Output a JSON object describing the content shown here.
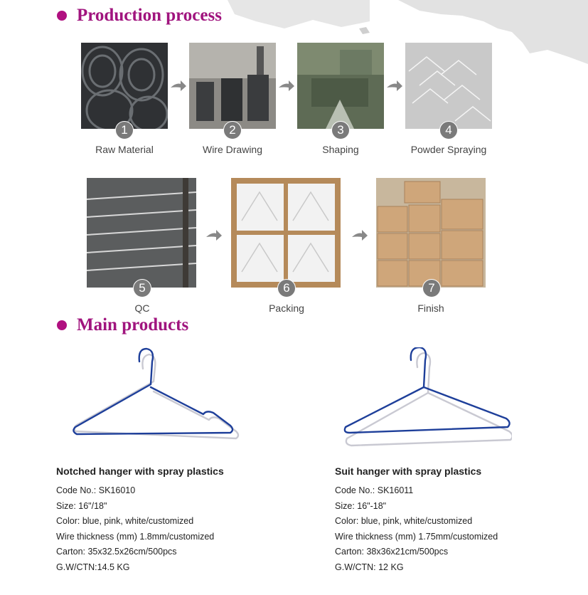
{
  "sections": {
    "production_title": "Production process",
    "products_title": "Main products"
  },
  "steps": [
    {
      "num": "1",
      "label": "Raw Material"
    },
    {
      "num": "2",
      "label": "Wire Drawing"
    },
    {
      "num": "3",
      "label": "Shaping"
    },
    {
      "num": "4",
      "label": "Powder Spraying"
    },
    {
      "num": "5",
      "label": "QC"
    },
    {
      "num": "6",
      "label": "Packing"
    },
    {
      "num": "7",
      "label": "Finish"
    }
  ],
  "products": [
    {
      "title": "Notched hanger with spray plastics",
      "code": "Code No.: SK16010",
      "size": "Size: 16\"/18\"",
      "color": "Color: blue, pink, white/customized",
      "wire": "Wire thickness (mm) 1.8mm/customized",
      "carton": "Carton: 35x32.5x26cm/500pcs",
      "gw": "G.W/CTN:14.5 KG"
    },
    {
      "title": "Suit hanger with spray plastics",
      "code": "Code No.: SK16011",
      "size": "Size: 16\"-18\"",
      "color": "Color: blue, pink, white/customized",
      "wire": "Wire thickness (mm) 1.75mm/customized",
      "carton": "Carton: 38x36x21cm/500pcs",
      "gw": "G.W/CTN: 12 KG"
    }
  ],
  "colors": {
    "accent": "#a0147e",
    "hanger_blue": "#1e3f9a"
  }
}
